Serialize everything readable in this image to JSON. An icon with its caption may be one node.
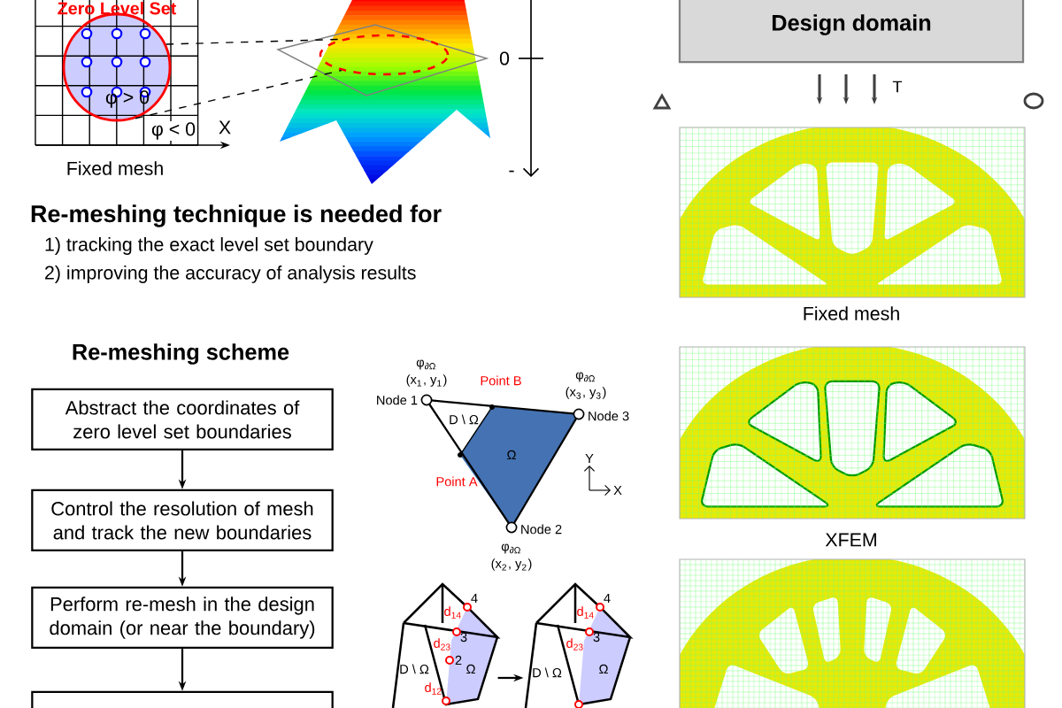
{
  "diagram": {
    "nodes": [
      {
        "text": [
          "Design domain"
        ]
      },
      {
        "text": [
          "Abstract the coordinates of zero level set boundaries"
        ]
      },
      {
        "text": [
          "Control the resolution of mesh and track the new boundaries"
        ]
      },
      {
        "text": [
          "Perform re-mesh in the design domain (or near the boundary)"
        ]
      },
      {
        "text": [],
        "shape": "box"
      },
      {
        "text": [],
        "shape": "picture"
      },
      {
        "text": [],
        "shape": "picture"
      },
      {
        "text": [],
        "shape": "circle"
      },
      {
        "text": [],
        "shape": "circle"
      }
    ],
    "edges": [
      {
        "from": 1,
        "to": 2,
        "arrow": "to"
      },
      {
        "from": 2,
        "to": 3,
        "arrow": "to"
      },
      {
        "from": 3,
        "to": 4,
        "arrow": "to"
      },
      {
        "from": 5,
        "to": 6,
        "arrow": "to"
      },
      {
        "from": 7,
        "to": 8,
        "arrow": "none",
        "style": "dashed"
      },
      {
        "from": 7,
        "to": 8,
        "arrow": "none",
        "style": "dashed"
      }
    ],
    "labels": [
      "Zero Level Set",
      "φ > 0",
      "φ < 0",
      "X",
      "Fixed mesh",
      "0",
      "-",
      "Re-meshing technique is needed for",
      "1) tracking the exact level set boundary",
      "2) improving the accuracy of analysis results",
      "Re-meshing scheme",
      "φ$_{∂Ω}$",
      "(x$_{1}$, y$_{1}$)",
      "Node 1",
      "Point B",
      "φ$_{∂Ω}$",
      "(x$_{3}$, y$_{3}$)",
      "Node 3",
      "D \\ Ω",
      "Ω",
      "Point A",
      "Y",
      "X",
      "Node 2",
      "φ$_{∂Ω}$",
      "(x$_{2}$, y$_{2}$)",
      "T",
      "Fixed mesh",
      "XFEM",
      "4",
      "d$_{14}$",
      "3",
      "d$_{23}$",
      "Ω",
      "2",
      "D \\ Ω",
      "d$_{12}$",
      "4",
      "d$_{14}$",
      "3",
      "d$_{23}$",
      "Ω",
      "D \\ Ω"
    ]
  }
}
